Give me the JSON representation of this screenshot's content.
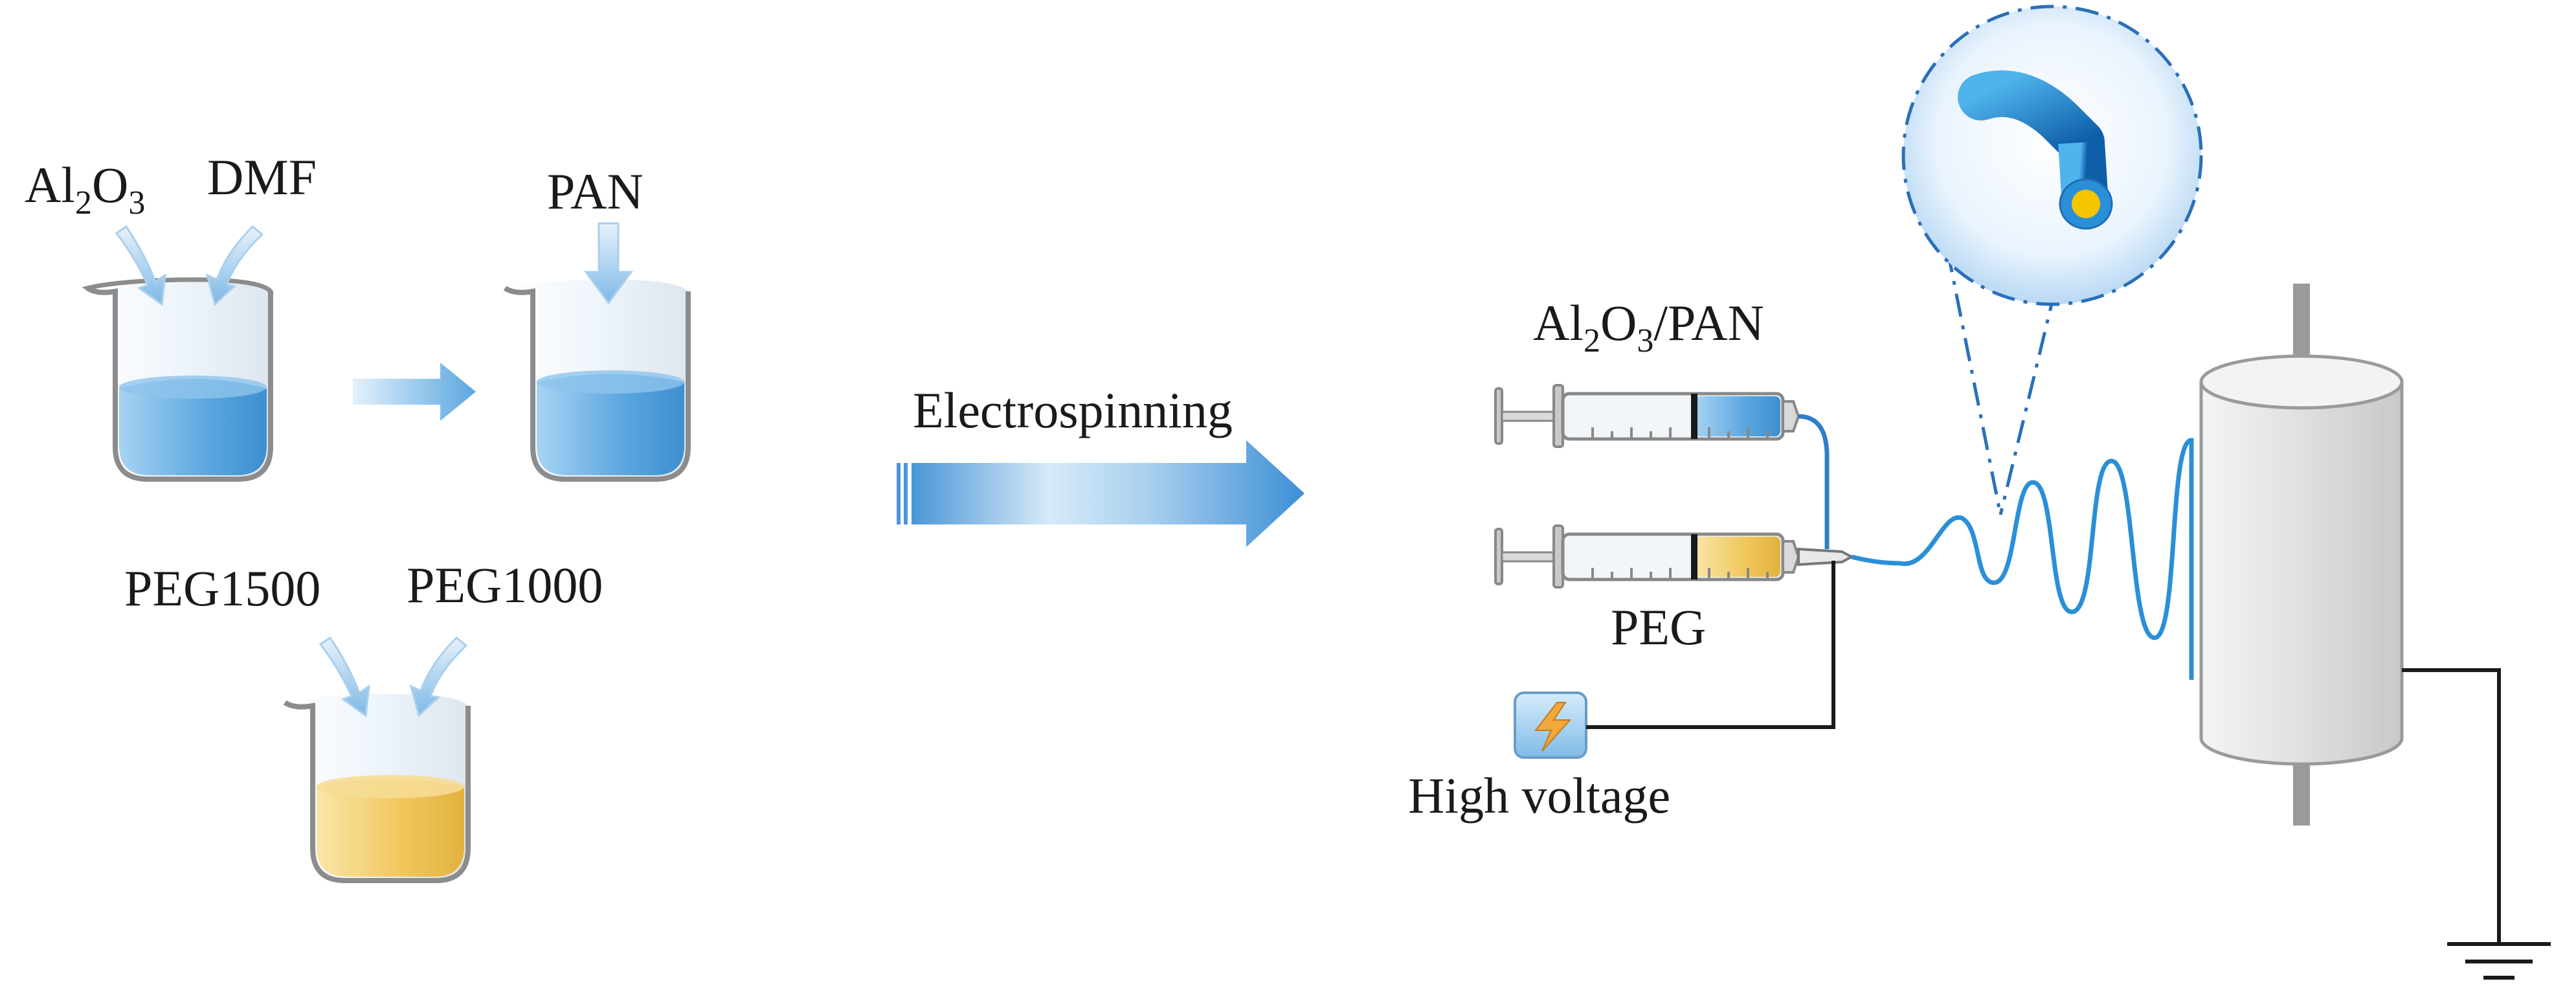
{
  "left_panel": {
    "beaker1_reagents": {
      "a_main": "Al",
      "a_sub1": "2",
      "a_mid": "O",
      "a_sub2": "3",
      "b": "DMF"
    },
    "beaker2_reagent": "PAN",
    "beaker3_reagents": {
      "a": "PEG1500",
      "b": "PEG1000"
    }
  },
  "process": {
    "label": "Electrospinning"
  },
  "setup": {
    "syringe_top_label": {
      "main1": "Al",
      "sub1": "2",
      "main2": "O",
      "sub2": "3",
      "tail": "/PAN"
    },
    "syringe_bottom_label": "PEG",
    "power_label": "High voltage"
  },
  "colors": {
    "blue_liquid": "#5aa6df",
    "yellow_liquid": "#f0c65a",
    "fiber": "#2b8fd8",
    "arrow_blue": "#3c8fd6",
    "collector_gray": "#d9d9d9",
    "core_yellow": "#f5c400"
  },
  "icons": [
    "beaker-icon",
    "syringe-icon",
    "lightning-icon",
    "drum-collector-icon",
    "ground-icon",
    "fiber-crosssection-icon"
  ]
}
